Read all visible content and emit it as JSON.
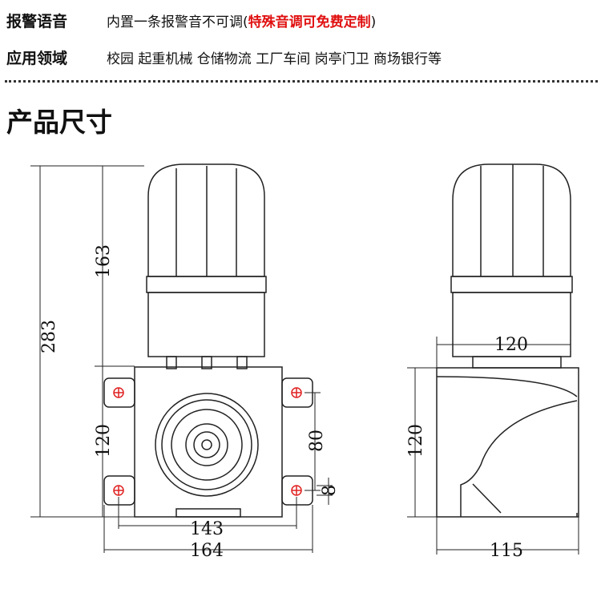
{
  "spec_rows": [
    {
      "label": "报警语音",
      "text": "内置一条报警音不可调(",
      "highlight": "特殊音调可免费定制",
      "suffix": ")"
    },
    {
      "label": "应用领域",
      "text": "校园 起重机械 仓储物流 工厂车间 岗亭门卫 商场银行等"
    }
  ],
  "section_title": "产品尺寸",
  "front_view": {
    "height_total": "283",
    "height_light": "163",
    "height_box": "120",
    "hole_spacing_v": "80",
    "hole_dia": "8",
    "width_holes": "143",
    "width_total": "164"
  },
  "side_view": {
    "light_width": "120",
    "height_box": "120",
    "depth": "115"
  },
  "colors": {
    "hole": "#e02020",
    "highlight": "#e01010"
  }
}
